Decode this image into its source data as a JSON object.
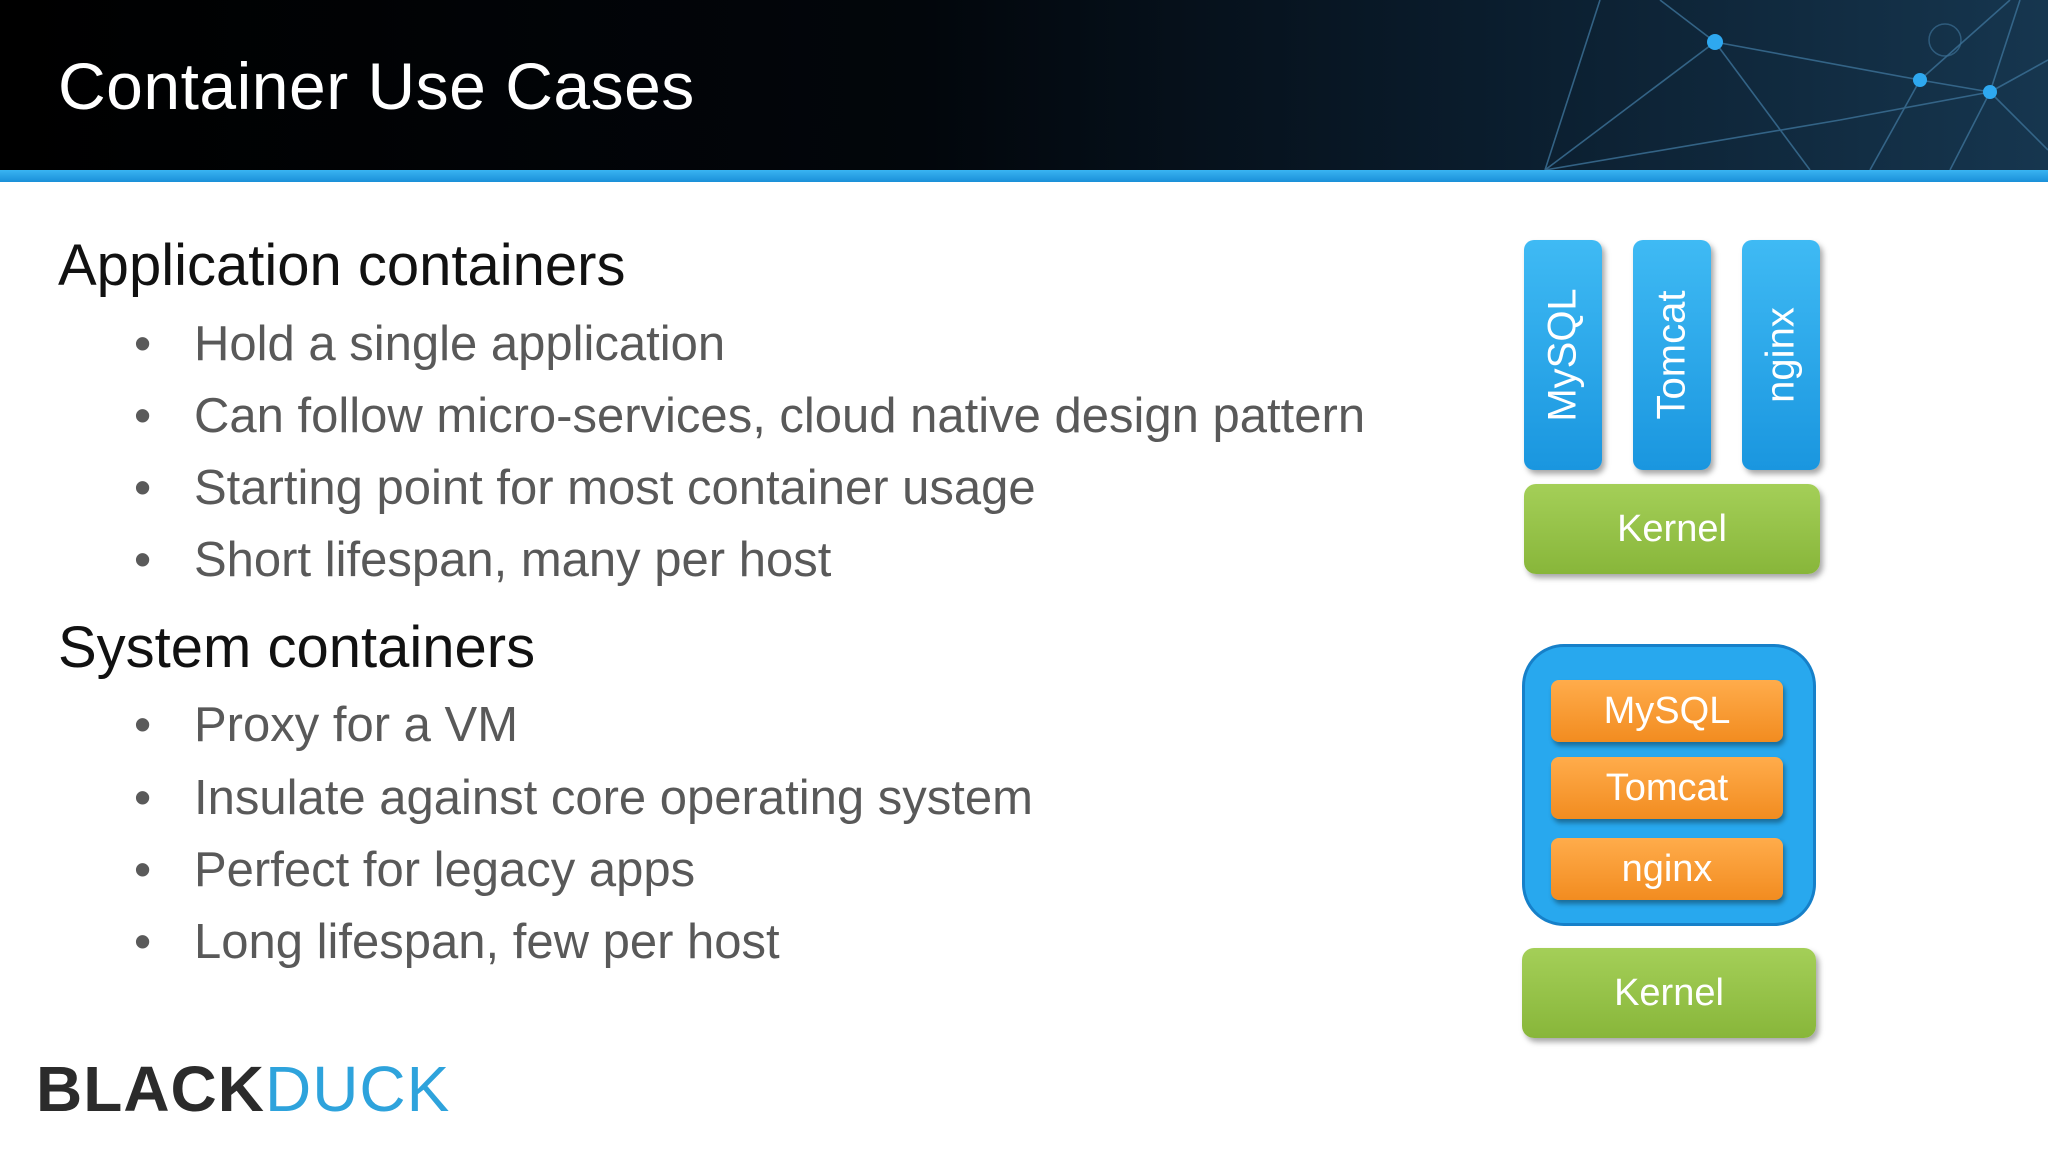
{
  "header": {
    "title": "Container Use Cases"
  },
  "sections": [
    {
      "heading": "Application containers",
      "bullets": [
        "Hold a single application",
        "Can follow micro-services, cloud native design pattern",
        "Starting point for most container usage",
        "Short lifespan, many per host"
      ]
    },
    {
      "heading": "System containers",
      "bullets": [
        "Proxy for a VM",
        "Insulate against core operating system",
        "Perfect for legacy apps",
        "Long lifespan, few per host"
      ]
    }
  ],
  "bullet_glyph": "•",
  "diagram": {
    "app": {
      "apps": [
        "MySQL",
        "Tomcat",
        "nginx"
      ],
      "kernel": "Kernel"
    },
    "system": {
      "apps": [
        "MySQL",
        "Tomcat",
        "nginx"
      ],
      "kernel": "Kernel"
    }
  },
  "logo": {
    "part1": "BLACK",
    "part2": "DUCK"
  },
  "colors": {
    "accent_blue": "#29a9ec",
    "kernel_green": "#93c047",
    "app_orange": "#f7982f",
    "logo_blue": "#2ea3dc"
  }
}
